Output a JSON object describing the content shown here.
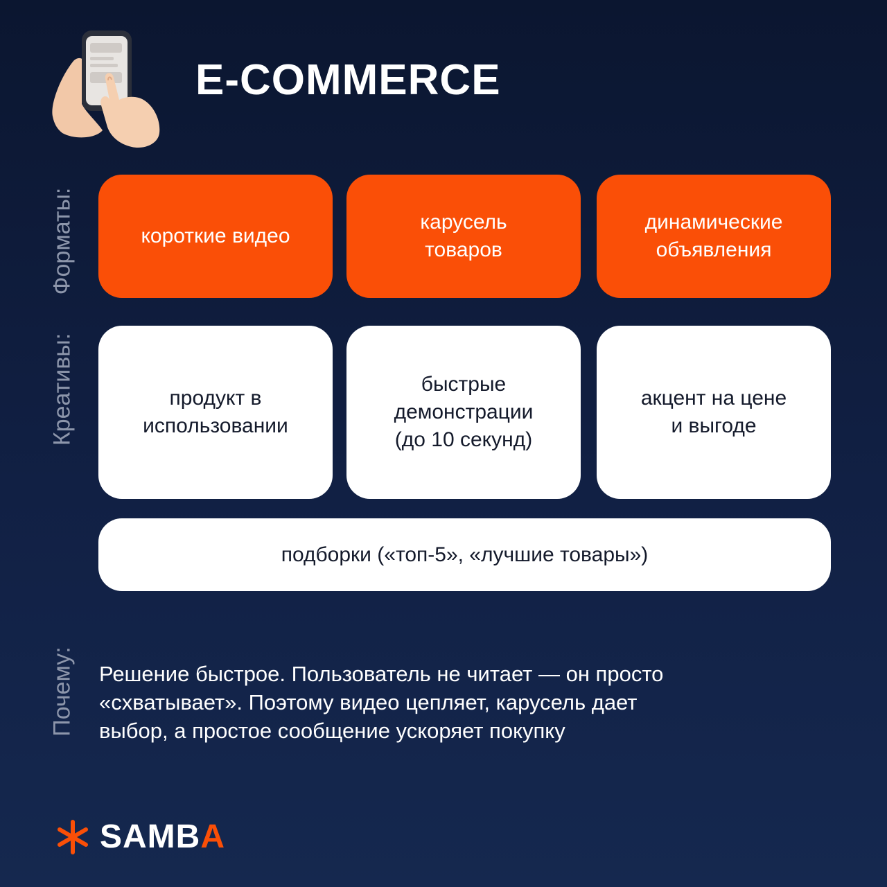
{
  "header": {
    "title": "E-COMMERCE",
    "icon": "hands-holding-phone-icon"
  },
  "labels": {
    "formats": "Форматы:",
    "creatives": "Креативы:",
    "why": "Почему:"
  },
  "formats": [
    "короткие видео",
    "карусель\nтоваров",
    "динамические\nобъявления"
  ],
  "creatives": [
    "продукт в\nиспользовании",
    "быстрые\nдемонстрации\n(до 10 секунд)",
    "акцент на цене\nи выгоде"
  ],
  "creative_wide": "подборки («топ-5», «лучшие товары»)",
  "reason": "Решение быстрое. Пользователь не читает — он просто\n«схватывает». Поэтому видео цепляет, карусель дает\nвыбор, а простое сообщение ускоряет покупку",
  "brand": {
    "name_main": "SAMB",
    "name_accent": "A",
    "logo_icon": "asterisk-icon"
  },
  "colors": {
    "accent": "#fa4f07",
    "background": "#0f1d3d",
    "card_light": "#ffffff",
    "label_muted": "#8d96ab"
  }
}
